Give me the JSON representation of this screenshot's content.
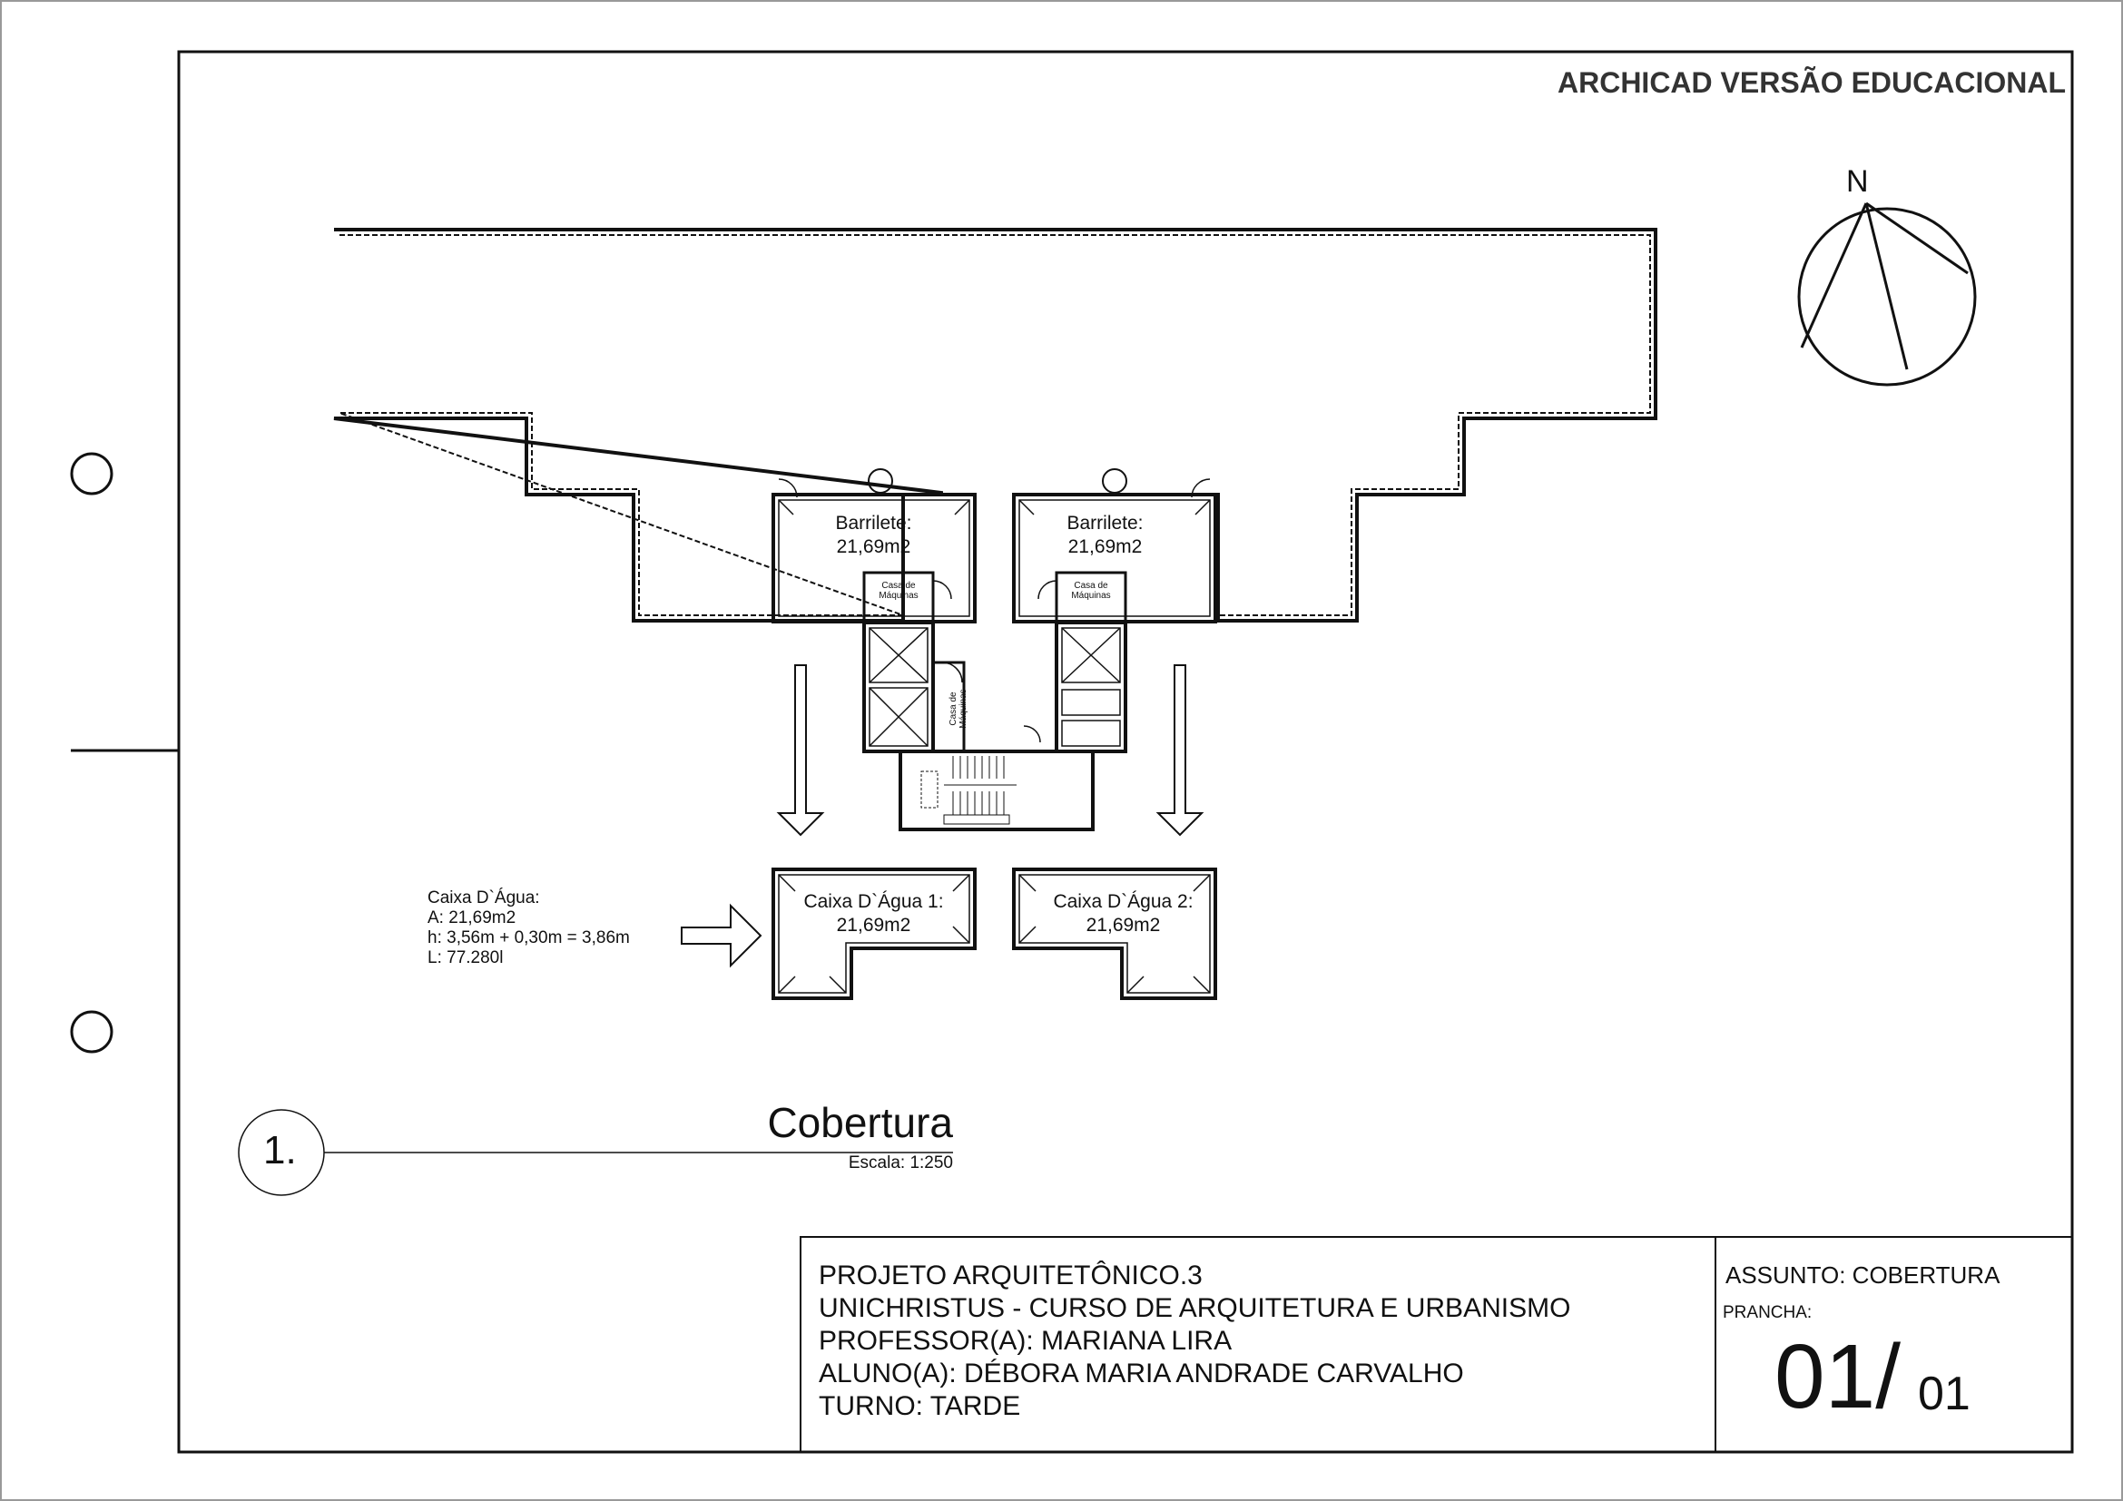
{
  "watermark": "ARCHICAD VERSÃO EDUCACIONAL",
  "north_label": "N",
  "rooms": {
    "barrilete_left": {
      "name": "Barrilete:",
      "area": "21,69m2"
    },
    "barrilete_right": {
      "name": "Barrilete:",
      "area": "21,69m2"
    },
    "machine_left": {
      "l1": "Casa de",
      "l2": "Máquinas"
    },
    "machine_right": {
      "l1": "Casa de",
      "l2": "Máquinas"
    },
    "machine_center": {
      "l1": "Casa de",
      "l2": "Máquinas"
    },
    "tank1": {
      "name": "Caixa D`Água 1:",
      "area": "21,69m2"
    },
    "tank2": {
      "name": "Caixa D`Água 2:",
      "area": "21,69m2"
    }
  },
  "tank_note": {
    "title": "Caixa D`Água:",
    "area": "A: 21,69m2",
    "height": "h: 3,56m + 0,30m = 3,86m",
    "volume": "L: 77.280l"
  },
  "drawing_title": {
    "number": "1.",
    "name": "Cobertura",
    "scale": "Escala: 1:250"
  },
  "title_block": {
    "project": "PROJETO ARQUITETÔNICO.3",
    "school": "UNICHRISTUS - CURSO DE ARQUITETURA E URBANISMO",
    "professor": "PROFESSOR(A): MARIANA LIRA",
    "student": "ALUNO(A): DÉBORA MARIA ANDRADE CARVALHO",
    "shift": "TURNO: TARDE",
    "subject": "ASSUNTO: COBERTURA",
    "sheet_label": "PRANCHA:",
    "sheet_number": "01/",
    "sheet_total": "01"
  }
}
